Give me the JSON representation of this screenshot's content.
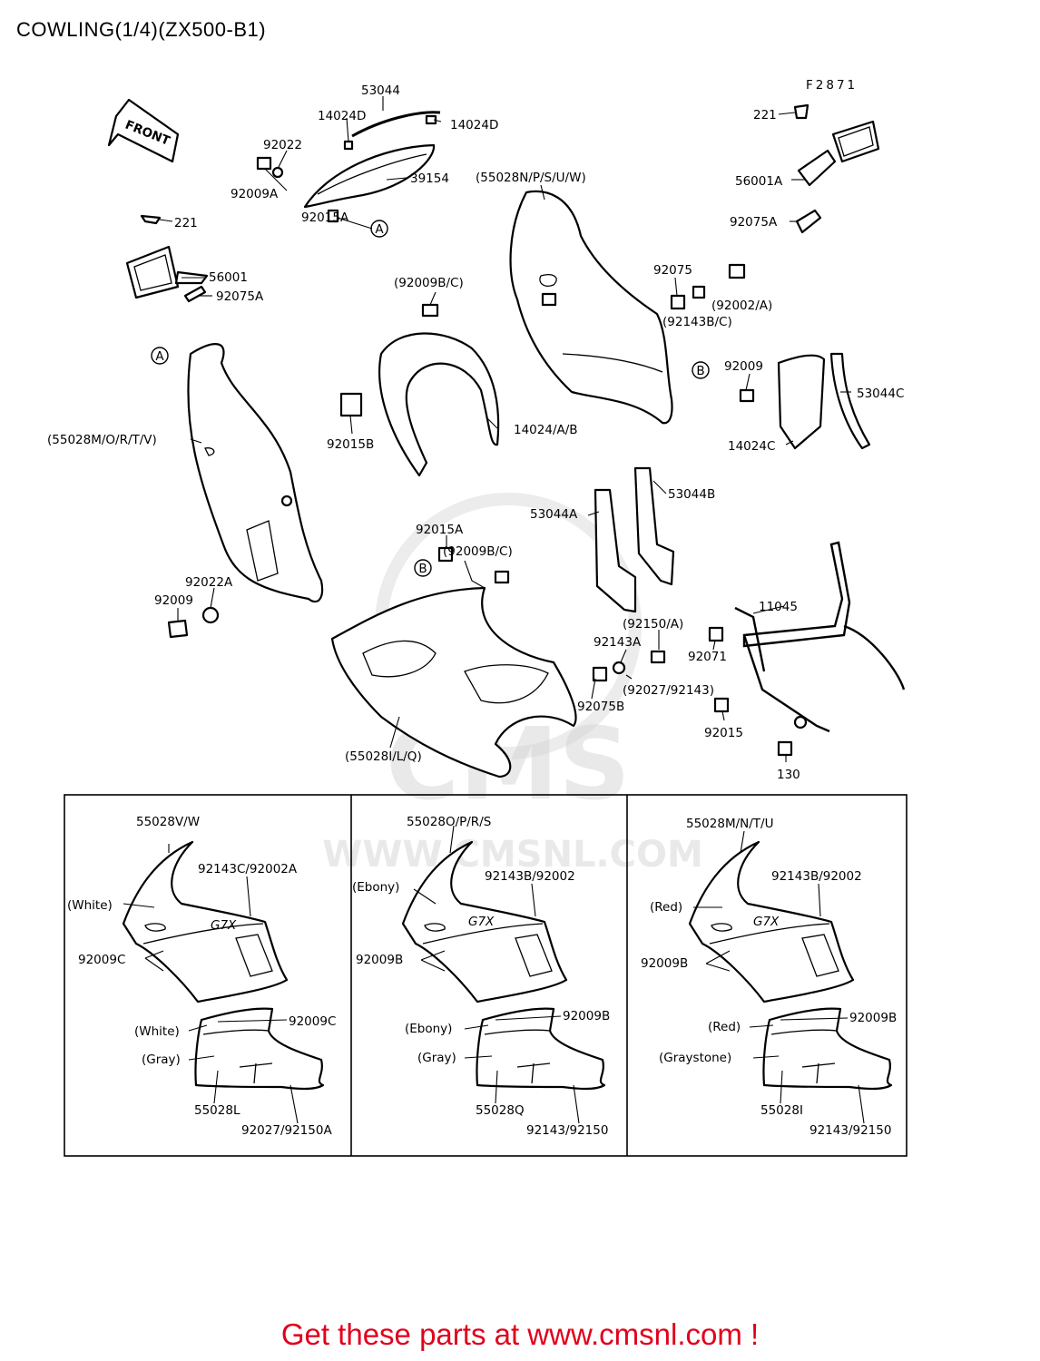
{
  "title": "COWLING(1/4)(ZX500-B1)",
  "ref_code": "F2871",
  "front_label": "FRONT",
  "watermark": "WWW.CMSNL.COM",
  "watermark_logo": "CMS",
  "footer": "Get these parts at www.cmsnl.com !",
  "callouts": {
    "a": "A",
    "b": "B"
  },
  "labels": {
    "p53044": "53044",
    "p14024D_1": "14024D",
    "p14024D_2": "14024D",
    "p92022": "92022",
    "p39154": "39154",
    "p92009A": "92009A",
    "p92015A_top": "92015A",
    "p221_left": "221",
    "p56001": "56001",
    "p92075A_left": "92075A",
    "p55028NPSUW": "(55028N/P/S/U/W)",
    "p92009BC_top": "(92009B/C)",
    "p92075": "92075",
    "p92002A": "(92002/A)",
    "p92143BC": "(92143B/C)",
    "p221_right": "221",
    "p56001A": "56001A",
    "p92075A_right": "92075A",
    "p92009_right": "92009",
    "p53044C": "53044C",
    "p14024C": "14024C",
    "p55028MORTV": "(55028M/O/R/T/V)",
    "p92015B": "92015B",
    "p14024AB": "14024/A/B",
    "p53044B": "53044B",
    "p53044A": "53044A",
    "p92015A_mid": "92015A",
    "p92009BC_mid": "(92009B/C)",
    "p92022A": "92022A",
    "p92009_left": "92009",
    "p11045": "11045",
    "p92150A": "(92150/A)",
    "p92143A": "92143A",
    "p92071": "92071",
    "p92027_92143": "(92027/92143)",
    "p92075B": "92075B",
    "p55028ILQ": "(55028I/L/Q)",
    "p92015": "92015",
    "p130": "130"
  },
  "panels": [
    {
      "title": "55028V/W",
      "upper_fastener": "92143C/92002A",
      "upper_color": "(White)",
      "side_bolt": "92009C",
      "lower_color": "(White)",
      "lower_bolt": "92009C",
      "lower_color2": "(Gray)",
      "lower_part": "55028L",
      "lower_fastener": "92027/92150A",
      "badge": "G7X"
    },
    {
      "title": "55028O/P/R/S",
      "upper_fastener": "92143B/92002",
      "upper_color": "(Ebony)",
      "side_bolt": "92009B",
      "lower_color": "(Ebony)",
      "lower_bolt": "92009B",
      "lower_color2": "(Gray)",
      "lower_part": "55028Q",
      "lower_fastener": "92143/92150",
      "badge": "G7X"
    },
    {
      "title": "55028M/N/T/U",
      "upper_fastener": "92143B/92002",
      "upper_color": "(Red)",
      "side_bolt": "92009B",
      "lower_color": "(Red)",
      "lower_bolt": "92009B",
      "lower_color2": "(Graystone)",
      "lower_part": "55028I",
      "lower_fastener": "92143/92150",
      "badge": "G7X"
    }
  ]
}
